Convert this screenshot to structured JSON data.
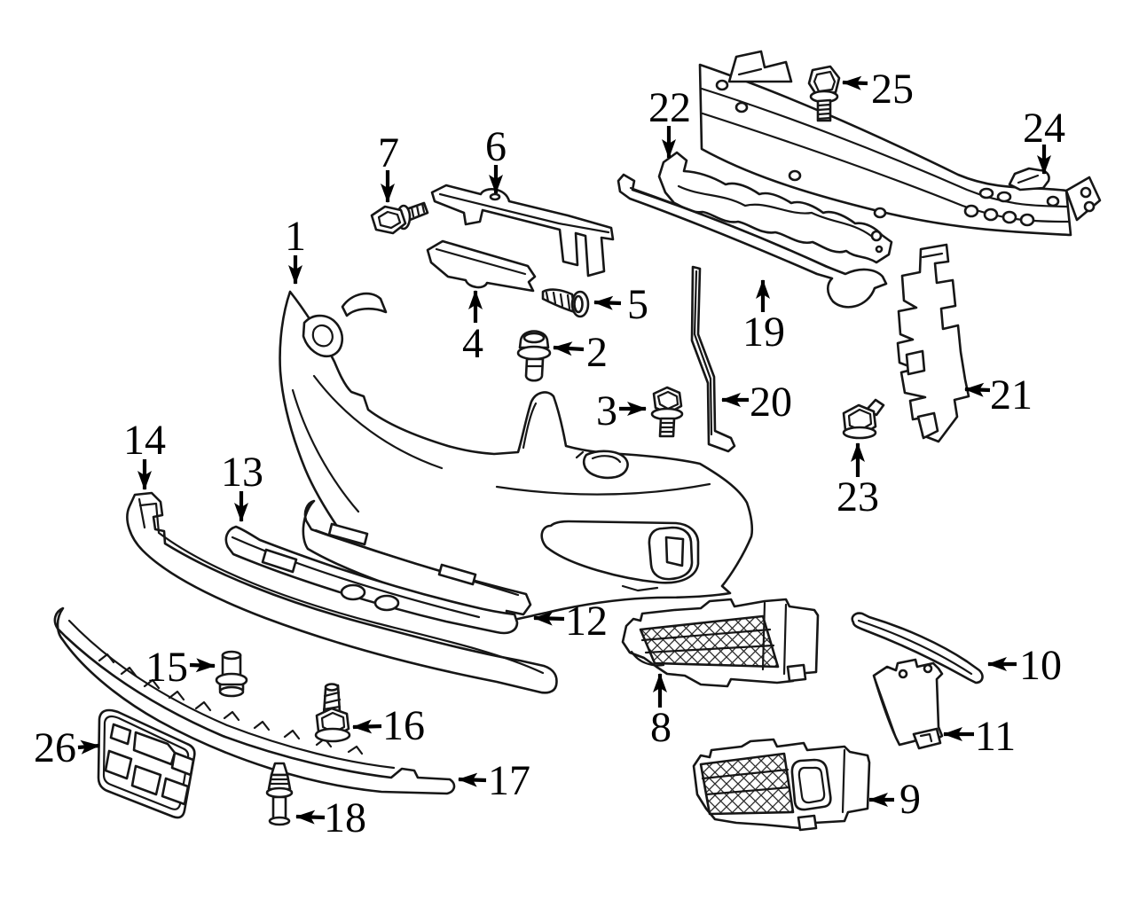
{
  "diagram": {
    "kind": "exploded-parts-line-drawing",
    "subject": "front-bumper-assembly"
  },
  "colors": {
    "line": "#161616",
    "label": "#000000",
    "background": "#ffffff"
  },
  "callouts": [
    {
      "label": "1"
    },
    {
      "label": "2"
    },
    {
      "label": "3"
    },
    {
      "label": "4"
    },
    {
      "label": "5"
    },
    {
      "label": "6"
    },
    {
      "label": "7"
    },
    {
      "label": "8"
    },
    {
      "label": "9"
    },
    {
      "label": "10"
    },
    {
      "label": "11"
    },
    {
      "label": "12"
    },
    {
      "label": "13"
    },
    {
      "label": "14"
    },
    {
      "label": "15"
    },
    {
      "label": "16"
    },
    {
      "label": "17"
    },
    {
      "label": "18"
    },
    {
      "label": "19"
    },
    {
      "label": "20"
    },
    {
      "label": "21"
    },
    {
      "label": "22"
    },
    {
      "label": "23"
    },
    {
      "label": "24"
    },
    {
      "label": "25"
    },
    {
      "label": "26"
    }
  ]
}
